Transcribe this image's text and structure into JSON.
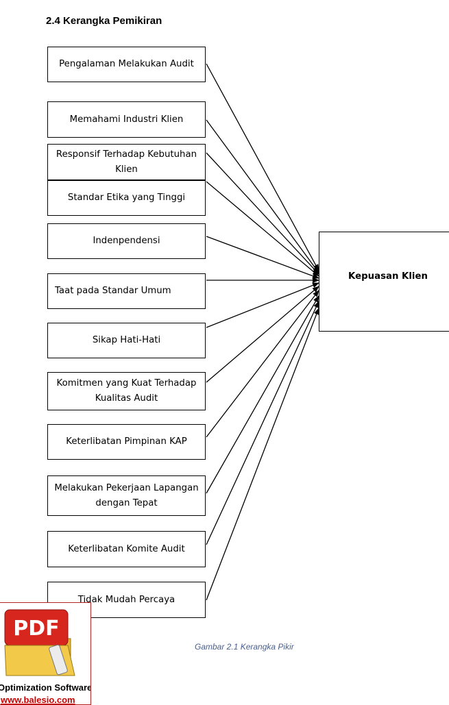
{
  "heading": "2.4 Kerangka Pemikiran",
  "factors": [
    "Pengalaman Melakukan Audit",
    "Memahami Industri Klien",
    "Responsif Terhadap Kebutuhan Klien",
    "Standar Etika yang Tinggi",
    "Indenpendensi",
    "Taat pada Standar Umum",
    "Sikap Hati-Hati",
    "Komitmen yang Kuat Terhadap Kualitas Audit",
    "Keterlibatan Pimpinan KAP",
    "Melakukan Pekerjaan Lapangan dengan Tepat",
    "Keterlibatan Komite Audit",
    "Tidak Mudah Percaya"
  ],
  "target": "Kepuasan Klien",
  "caption": "Gambar 2.1 Kerangka Pikir",
  "badge": {
    "icon_label": "PDF",
    "line1": "Optimization Software:",
    "line2": "www.balesio.com"
  },
  "colors": {
    "caption": "#4a5f8c",
    "badge_border": "#b22222",
    "badge_icon": "#d7261e"
  }
}
